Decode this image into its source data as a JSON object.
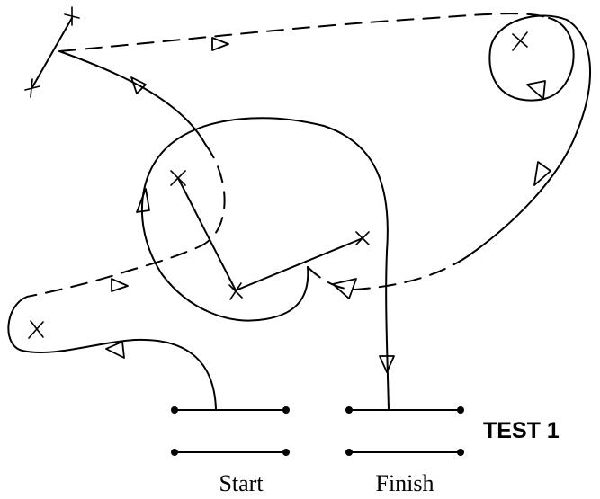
{
  "labels": {
    "test": "TEST 1",
    "start": "Start",
    "finish": "Finish"
  },
  "colors": {
    "ink": "#000000",
    "background": "#ffffff"
  },
  "line_styles": {
    "solid": "solid",
    "dashed": "dashed"
  },
  "markers": {
    "waypoint": "cross-icon",
    "direction": "triangle-arrow-icon",
    "gate_post": "dot-icon"
  }
}
